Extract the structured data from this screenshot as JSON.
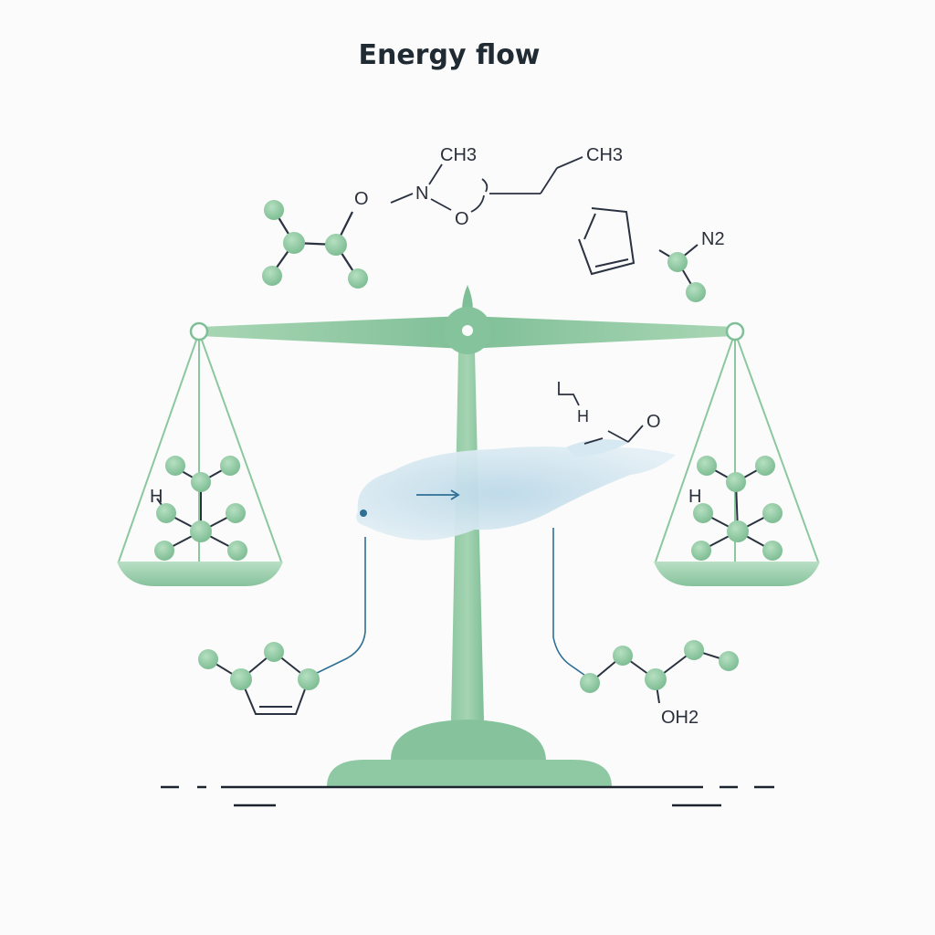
{
  "title": "Energy flow",
  "labels": {
    "top_ch3_left": "CH3",
    "top_ch3_right": "CH3",
    "top_n": "N",
    "top_o_left": "O",
    "top_o_center": "O",
    "right_n2": "N2",
    "mid_h": "H",
    "mid_o": "O",
    "left_pan_h": "H",
    "right_pan_h": "H",
    "bottom_oh2": "OH2"
  },
  "colors": {
    "scale_green": "#8cc7a0",
    "scale_green_dark": "#6fb48a",
    "atom_fill": "#8fcaa2",
    "bond_ink": "#2a3140",
    "flow_blue": "#2f6f95",
    "cloud_blue": "#c9e2ee",
    "baseline_ink": "#1c2430"
  },
  "icons": {
    "scale": "balance-scale-icon",
    "flow_arrow": "arrow-right-icon",
    "cloud": "energy-cloud-icon"
  }
}
